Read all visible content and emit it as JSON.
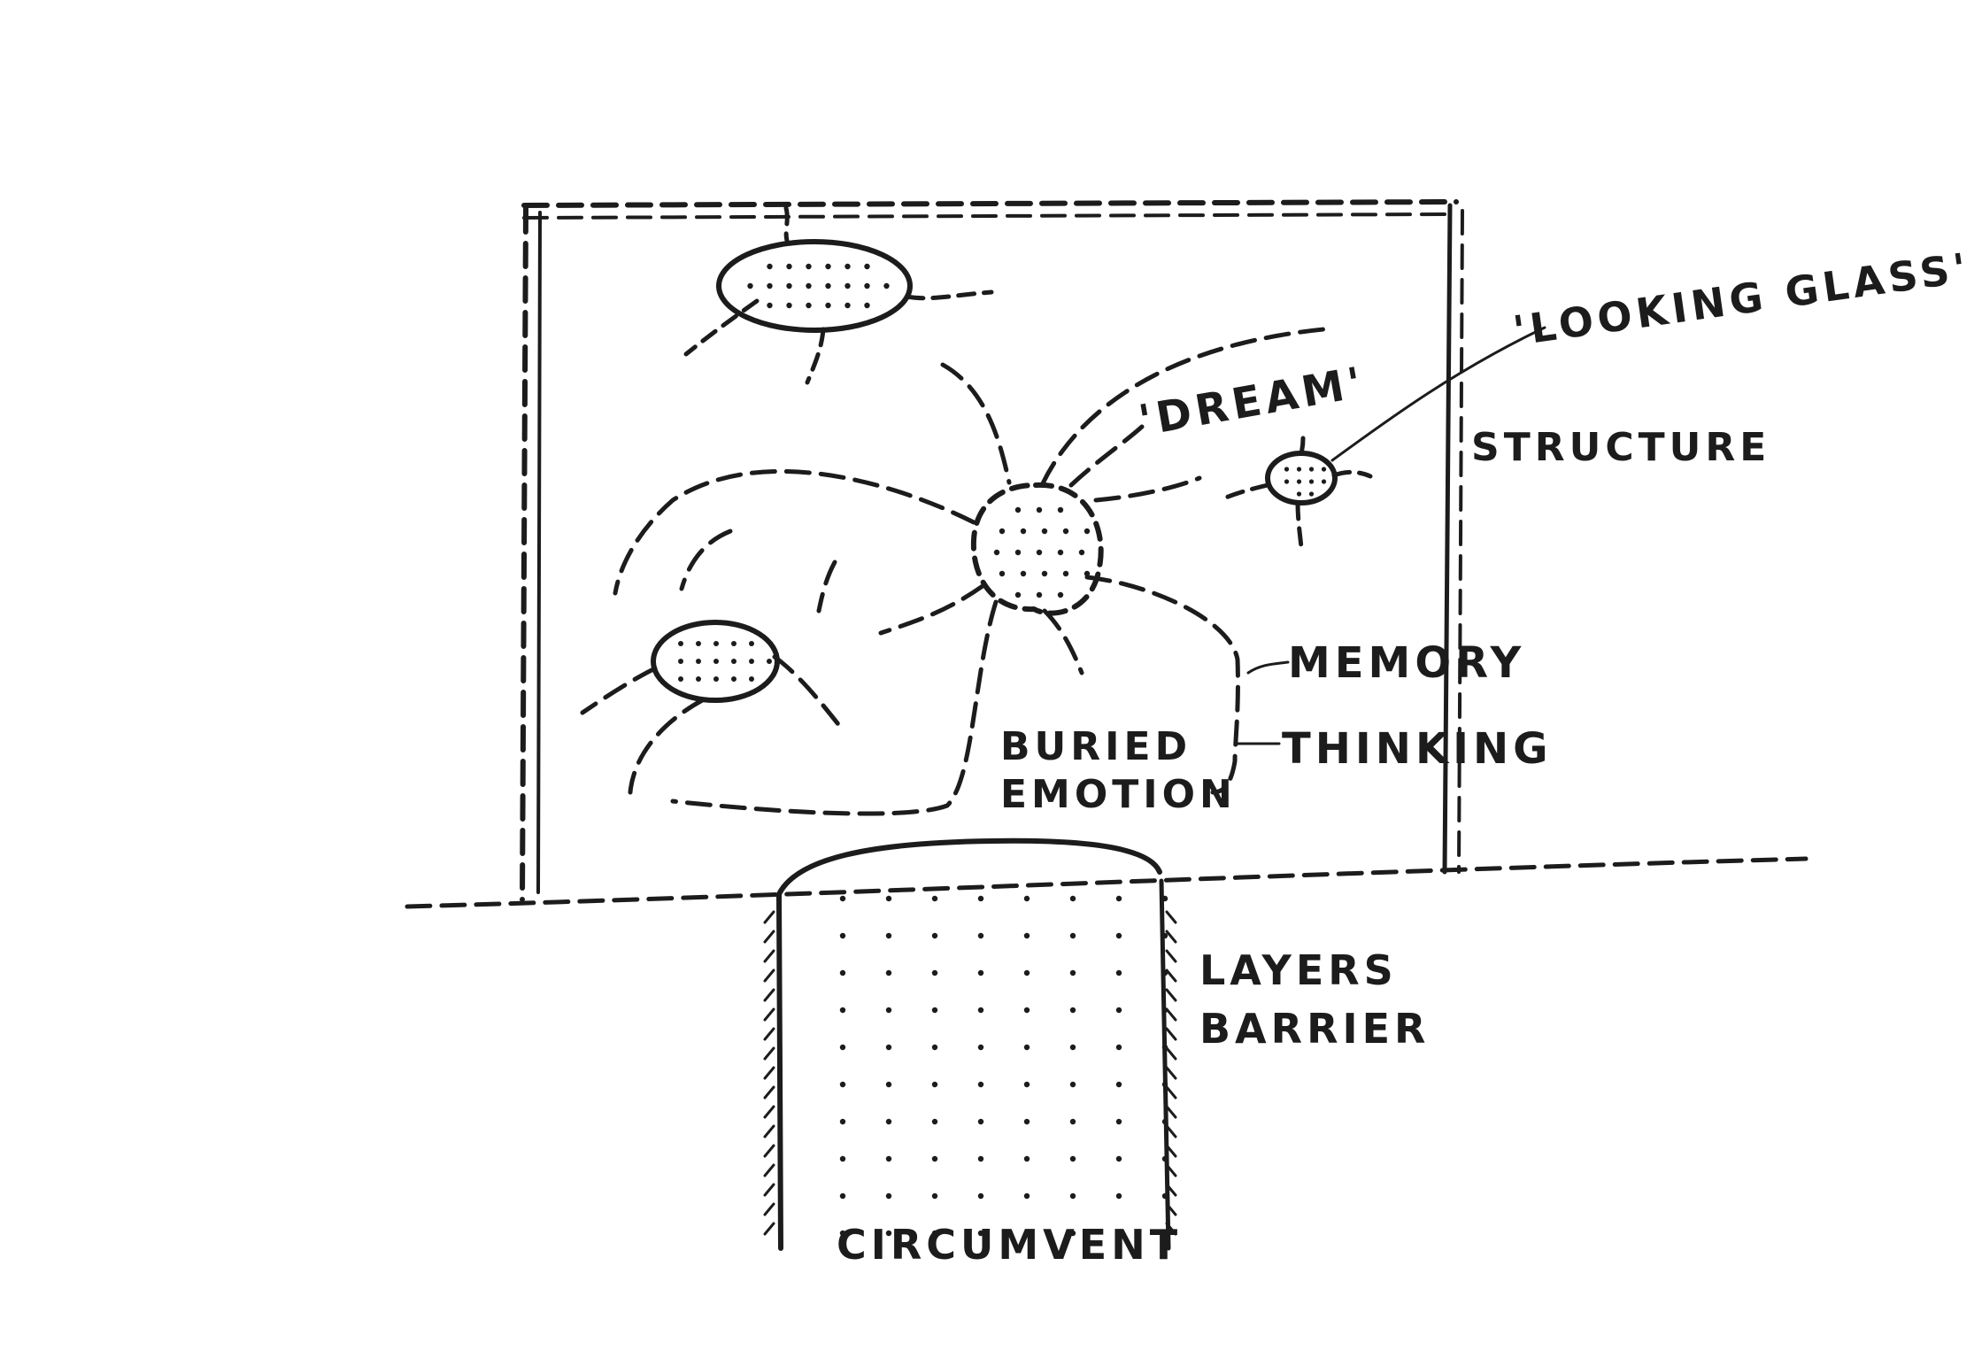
{
  "labels": {
    "looking_glass": "'LOOKING GLASS'",
    "structure": "STRUCTURE",
    "dream": "'DREAM'",
    "memory": "MEMORY",
    "thinking": "THINKING",
    "buried": "BURIED",
    "emotion": "EMOTION",
    "layers": "LAYERS",
    "barrier": "BARRIER",
    "circumvent": "CIRCUMVENT"
  },
  "colors": {
    "ink": "#1c1c1c",
    "paper": "#ffffff"
  }
}
